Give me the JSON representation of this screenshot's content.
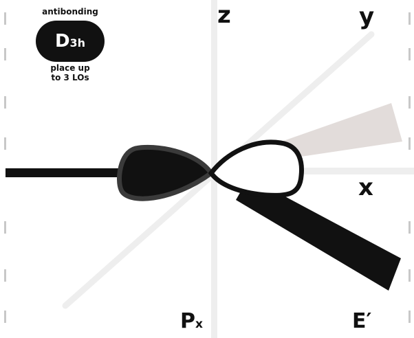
{
  "badge": {
    "top_caption": "antibonding",
    "group_main": "D",
    "group_sub": "3h",
    "bottom_caption_line1": "place up",
    "bottom_caption_line2": "to 3 LOs"
  },
  "axes": {
    "z": "z",
    "y": "y",
    "x": "x"
  },
  "orbital_label": {
    "main": "P",
    "sub": "x"
  },
  "symmetry_label": "E′",
  "colors": {
    "axis": "#eeeeee",
    "dark": "#111111",
    "lobe_outline": "#333333",
    "light_wedge": "#e2dcda"
  }
}
